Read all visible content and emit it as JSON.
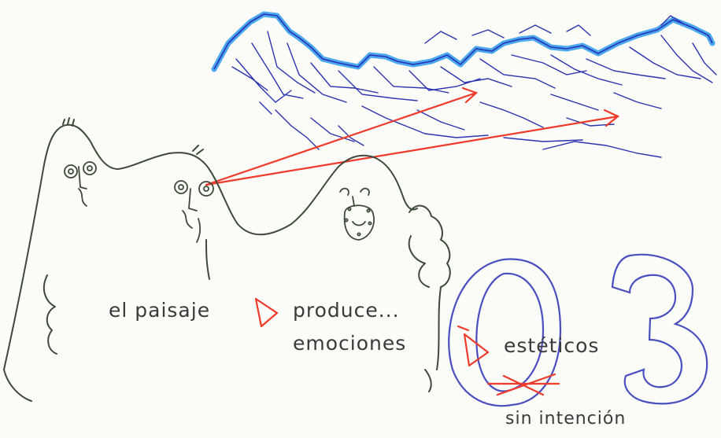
{
  "captions": {
    "el_paisaje": "el paisaje",
    "produce": "produce...",
    "emociones": "emociones",
    "esteticos": "estéticos",
    "sin_intencion": "sin intención",
    "letters": "03"
  },
  "colors": {
    "paper": "#fbfbf8",
    "figure_ink": "#3d4a3a",
    "mountain_ink": "#2a33b0",
    "sky_highlight": "#4aa8f0",
    "arrow_red": "#f03a2a",
    "caption_ink": "#3a3a3a",
    "letter_ink": "#4a4fc0"
  }
}
